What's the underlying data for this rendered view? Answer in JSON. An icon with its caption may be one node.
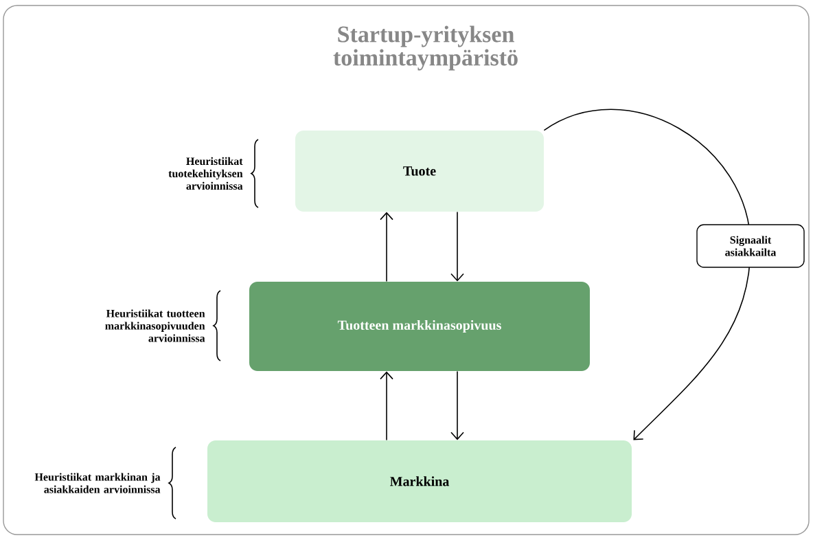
{
  "diagram": {
    "title": "Startup-yrityksen toimintaympäristö",
    "nodes": [
      {
        "text": [
          "Tuote"
        ]
      },
      {
        "text": [
          "Tuotteen markkinasopivuus"
        ]
      },
      {
        "text": [
          "Markkina"
        ]
      }
    ],
    "edges": [
      {
        "from": 1,
        "to": 0,
        "arrow": "to"
      },
      {
        "from": 0,
        "to": 1,
        "arrow": "to"
      },
      {
        "from": 2,
        "to": 1,
        "arrow": "to"
      },
      {
        "from": 1,
        "to": 2,
        "arrow": "to"
      },
      {
        "from": 0,
        "to": 2,
        "arrow": "to",
        "label": "Signaalit asiakkailta"
      }
    ],
    "labels": [
      "Heuristiikat tuotekehityksen arvioinnissa",
      "Heuristiikat tuotteen markkinasopivuuden arvioinnissa",
      "Heuristiikat markkinan ja asiakkaiden arvioinnissa"
    ]
  }
}
